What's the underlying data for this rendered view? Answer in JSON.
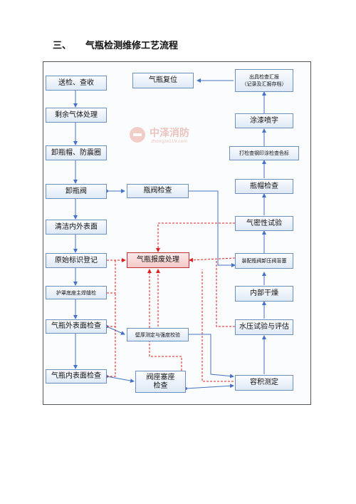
{
  "heading": {
    "number": "三、",
    "title": "气瓶检测维修工艺流程"
  },
  "watermark": {
    "name": "中泽消防",
    "url": "zhongze119.com"
  },
  "nodes": {
    "receive": "送检、查收",
    "residual_gas": "剩余气体处理",
    "remove_cap": "卸瓶帽、防震圈",
    "remove_valve": "卸瓶阀",
    "clean_surface": "清洁内外表面",
    "mark_register": "原始标识登记",
    "weld_check": "护罩底座主焊缝检",
    "outer_check": "气瓶外表面检查",
    "inner_check": "气瓶内表面检查",
    "seat_check_line1": "阀座塞座",
    "seat_check_line2": "检查",
    "valve_check": "瓶阀检查",
    "scrap": "气瓶报废处理",
    "thickness": "壁厚测定与强度校验",
    "volume": "容积测定",
    "hydro": "水压试验与评估",
    "dry": "内部干燥",
    "assemble": "装配瓶阀卸压阀盲塞",
    "airtight": "气密性试验",
    "cap_check": "瓶帽检查",
    "stamp": "打检查钢印涂检查色标",
    "paint": "涂漆喷字",
    "report_line1": "出具检查汇报",
    "report_line2": "（记录及汇报存档）",
    "reset": "气瓶复位"
  },
  "colors": {
    "flow": "#4472c4",
    "scrap_path": "#e02020",
    "box_border": "#6f8fbb"
  }
}
